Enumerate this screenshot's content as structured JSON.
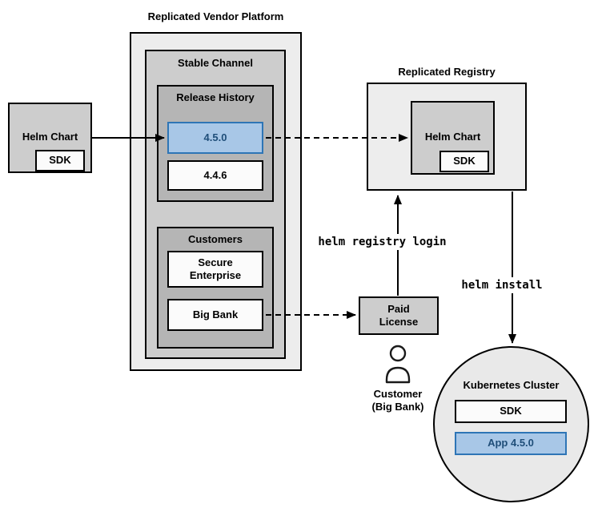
{
  "colors": {
    "highlight_fill": "#a8c7e7",
    "highlight_border": "#2e75b6",
    "highlight_text": "#1f4e79",
    "container_fill": "#ededed",
    "panel_fill": "#cdcdcd",
    "group_fill": "#b5b5b5",
    "item_fill": "#fbfbfb",
    "circle_fill": "#e9e9e9"
  },
  "vendor_platform": {
    "title": "Replicated Vendor Platform",
    "stable_channel_label": "Stable Channel",
    "release_history": {
      "label": "Release History",
      "versions": [
        {
          "label": "4.5.0"
        },
        {
          "label": "4.4.6"
        }
      ]
    },
    "customers": {
      "label": "Customers",
      "items": [
        {
          "label": "Secure\nEnterprise"
        },
        {
          "label": "Big Bank"
        }
      ]
    }
  },
  "helm_chart_source": {
    "label": "Helm Chart",
    "sdk": "SDK"
  },
  "registry": {
    "title": "Replicated Registry",
    "helm_chart": {
      "label": "Helm Chart",
      "sdk": "SDK"
    }
  },
  "paid_license_label": "Paid\nLicense",
  "customer_label": "Customer\n(Big Bank)",
  "commands": {
    "registry_login": "helm registry login",
    "install": "helm install"
  },
  "cluster": {
    "title": "Kubernetes Cluster",
    "sdk": "SDK",
    "app": "App 4.5.0"
  }
}
